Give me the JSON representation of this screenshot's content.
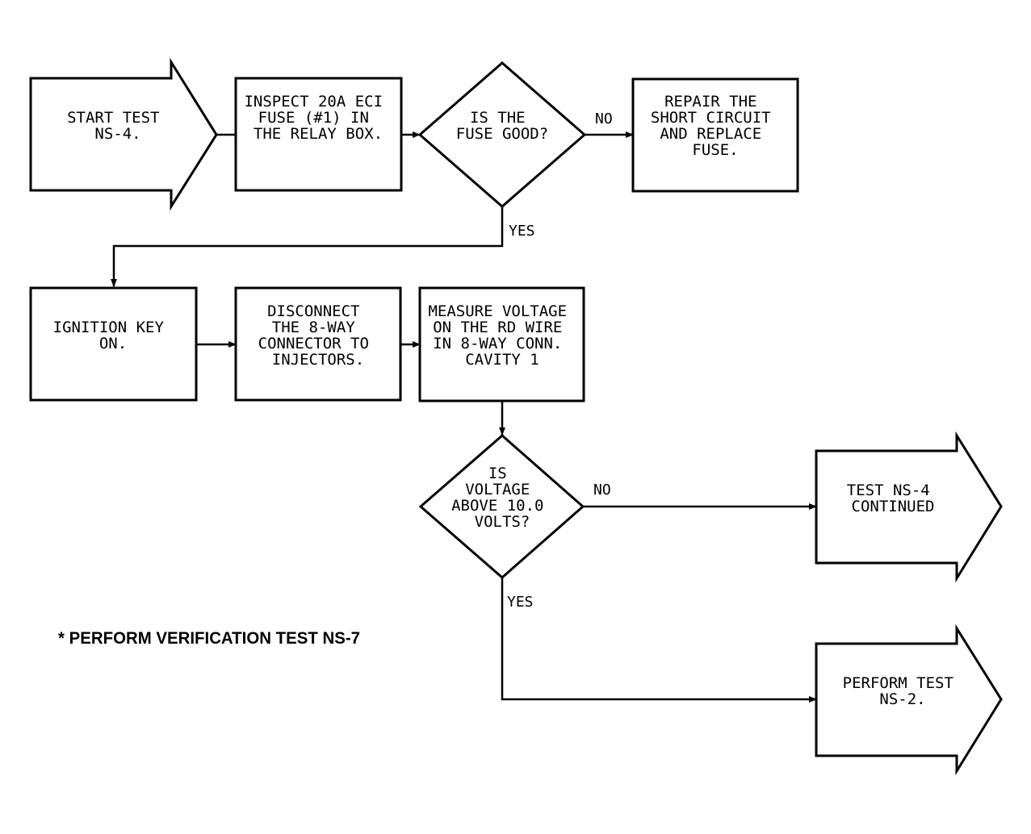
{
  "nodes": {
    "start": {
      "lines": [
        "START TEST",
        "NS-4."
      ]
    },
    "inspect_fuse": {
      "lines": [
        "INSPECT 20A ECI",
        "FUSE (#1) IN",
        "THE RELAY BOX."
      ]
    },
    "fuse_good": {
      "lines": [
        "IS THE",
        "FUSE GOOD?"
      ]
    },
    "repair": {
      "lines": [
        "REPAIR THE",
        "SHORT CIRCUIT",
        "AND REPLACE",
        "FUSE."
      ]
    },
    "ignition": {
      "lines": [
        "IGNITION KEY",
        "ON."
      ]
    },
    "disconnect": {
      "lines": [
        "DISCONNECT",
        "THE 8-WAY",
        "CONNECTOR TO",
        "INJECTORS."
      ]
    },
    "measure": {
      "lines": [
        "MEASURE VOLTAGE",
        "ON THE RD WIRE",
        "IN 8-WAY CONN.",
        "CAVITY 1"
      ]
    },
    "voltage_check": {
      "lines": [
        "IS",
        "VOLTAGE",
        "ABOVE 10.0",
        "VOLTS?"
      ]
    },
    "ns4_continued": {
      "lines": [
        "TEST NS-4",
        "CONTINUED"
      ]
    },
    "perform_ns2": {
      "lines": [
        "PERFORM TEST",
        "NS-2."
      ]
    }
  },
  "edges": {
    "fuse_no": "NO",
    "fuse_yes": "YES",
    "voltage_no": "NO",
    "voltage_yes": "YES"
  },
  "footnote": "* PERFORM VERIFICATION TEST NS-7"
}
